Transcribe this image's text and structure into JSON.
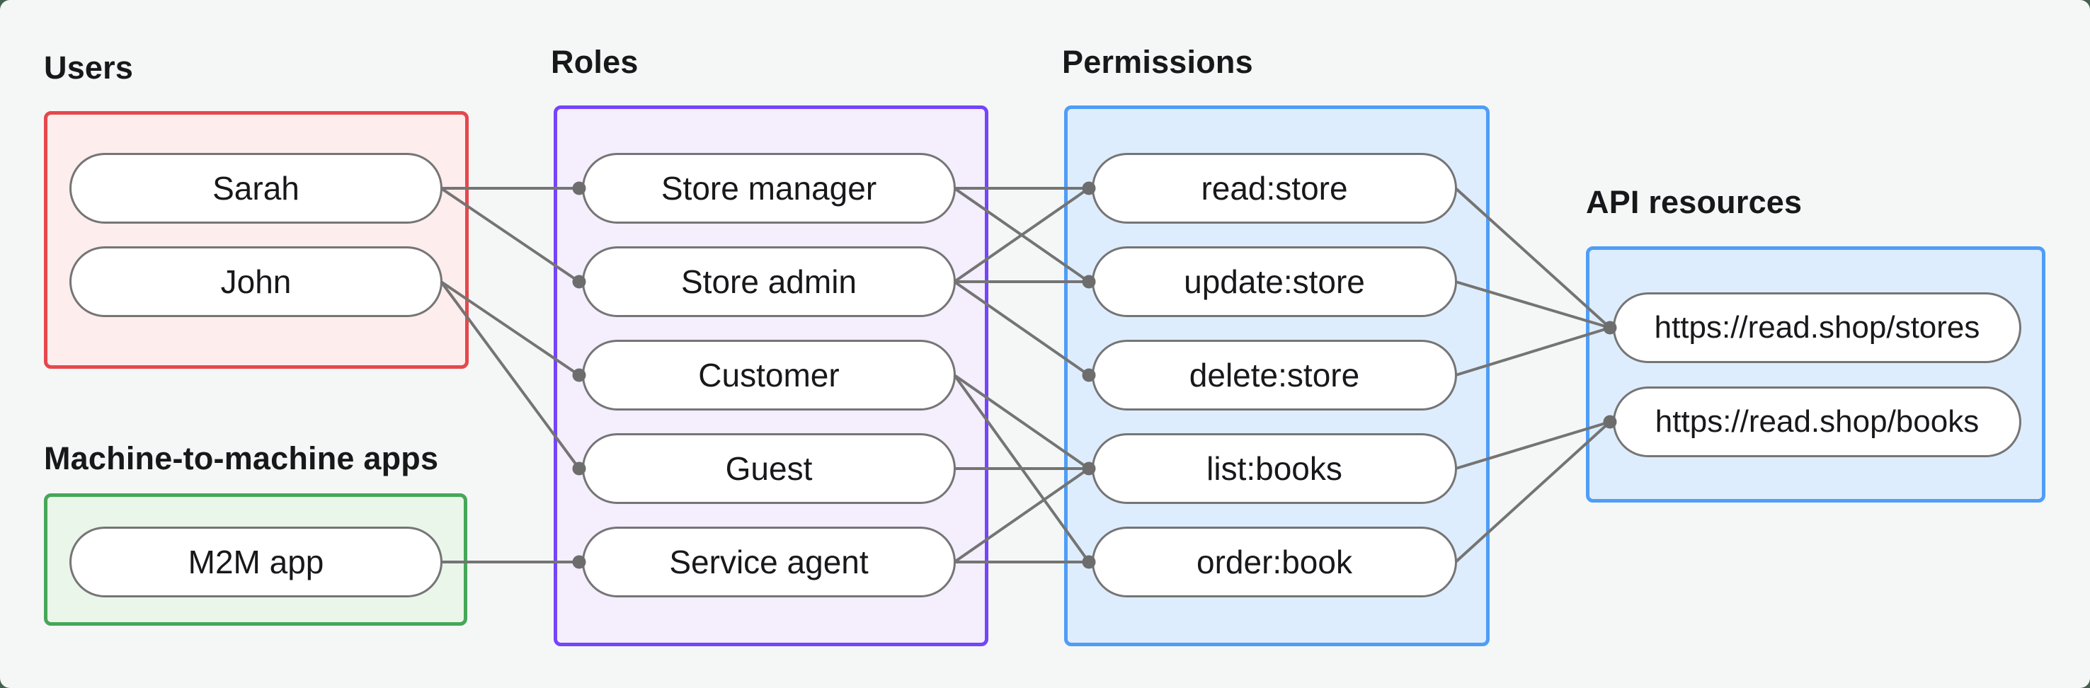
{
  "canvas": {
    "outer_background": "#44614f",
    "panel_background": "#f5f7f6",
    "line_color": "#747474",
    "pill_border_color": "#757575",
    "text_color": "#18181b"
  },
  "groups": [
    {
      "id": "users",
      "label": "Users",
      "border_color": "#e5484d",
      "fill_color": "#fdeded",
      "nodes": [
        "Sarah",
        "John"
      ]
    },
    {
      "id": "m2m",
      "label": "Machine-to-machine apps",
      "border_color": "#46a758",
      "fill_color": "#e9f6e9",
      "nodes": [
        "M2M app"
      ]
    },
    {
      "id": "roles",
      "label": "Roles",
      "border_color": "#7445fb",
      "fill_color": "#f4eefd",
      "nodes": [
        "Store manager",
        "Store admin",
        "Customer",
        "Guest",
        "Service agent"
      ]
    },
    {
      "id": "permissions",
      "label": "Permissions",
      "border_color": "#4f9df7",
      "fill_color": "#deedfd",
      "nodes": [
        "read:store",
        "update:store",
        "delete:store",
        "list:books",
        "order:book"
      ]
    },
    {
      "id": "api",
      "label": "API resources",
      "border_color": "#4f9df7",
      "fill_color": "#deedfd",
      "nodes": [
        "https://read.shop/stores",
        "https://read.shop/books"
      ]
    }
  ],
  "edges": [
    [
      "Sarah",
      "Store manager"
    ],
    [
      "Sarah",
      "Store admin"
    ],
    [
      "John",
      "Customer"
    ],
    [
      "John",
      "Guest"
    ],
    [
      "M2M app",
      "Service agent"
    ],
    [
      "Store manager",
      "read:store"
    ],
    [
      "Store manager",
      "update:store"
    ],
    [
      "Store admin",
      "read:store"
    ],
    [
      "Store admin",
      "update:store"
    ],
    [
      "Store admin",
      "delete:store"
    ],
    [
      "Customer",
      "list:books"
    ],
    [
      "Customer",
      "order:book"
    ],
    [
      "Guest",
      "list:books"
    ],
    [
      "Service agent",
      "list:books"
    ],
    [
      "Service agent",
      "order:book"
    ],
    [
      "read:store",
      "https://read.shop/stores"
    ],
    [
      "update:store",
      "https://read.shop/stores"
    ],
    [
      "delete:store",
      "https://read.shop/stores"
    ],
    [
      "list:books",
      "https://read.shop/books"
    ],
    [
      "order:book",
      "https://read.shop/books"
    ]
  ]
}
